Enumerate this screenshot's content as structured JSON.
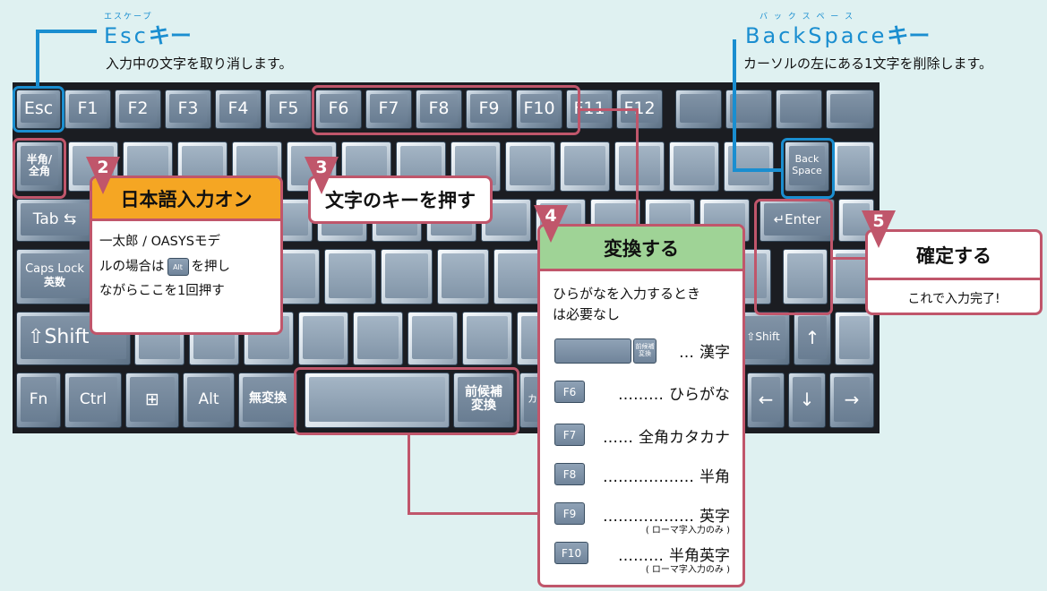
{
  "esc_callout": {
    "ruby": "エスケープ",
    "title_latin": "Esc",
    "title_jp": "キー",
    "description": "入力中の文字を取り消します。"
  },
  "backspace_callout": {
    "ruby": "バ ッ ク ス ペ ー ス",
    "title_latin": "BackSpace",
    "title_jp": "キー",
    "description": "カーソルの左にある1文字を削除します。"
  },
  "keyboard": {
    "esc": "Esc",
    "f_keys": [
      "F1",
      "F2",
      "F3",
      "F4",
      "F5",
      "F6",
      "F7",
      "F8",
      "F9",
      "F10",
      "F11",
      "F12"
    ],
    "hankaku_zenkaku": "半角/全角",
    "tab": "Tab",
    "caps": "Caps Lock",
    "caps_sub": "英数",
    "shift_left": "Shift",
    "shift_right": "Shift",
    "fn": "Fn",
    "ctrl": "Ctrl",
    "alt": "Alt",
    "muhenkan": "無変換",
    "zenkouho": "前候補変換",
    "kana_partial": "カひ",
    "backspace_key": "Back Space",
    "enter": "Enter"
  },
  "step2": {
    "number": "2",
    "title": "日本語入力オン",
    "body_line1": "一太郎 / OASYSモデ",
    "body_line2_prefix": "ルの場合は",
    "alt_key": "Alt",
    "body_line2_suffix": "を押し",
    "body_line3": "ながらここを1回押す"
  },
  "step3": {
    "number": "3",
    "title": "文字のキーを押す"
  },
  "step4": {
    "number": "4",
    "title": "変換する",
    "intro_line1": "ひらがなを入力するとき",
    "intro_line2": "は必要なし",
    "space_key_label": "前候補変換",
    "rows": [
      {
        "key": "",
        "dots": "…",
        "result": "漢字",
        "note": ""
      },
      {
        "key": "F6",
        "dots": "………",
        "result": "ひらがな",
        "note": ""
      },
      {
        "key": "F7",
        "dots": "……",
        "result": "全角カタカナ",
        "note": ""
      },
      {
        "key": "F8",
        "dots": "………………",
        "result": "半角",
        "note": ""
      },
      {
        "key": "F9",
        "dots": "………………",
        "result": "英字",
        "note": "( ローマ字入力のみ )"
      },
      {
        "key": "F10",
        "dots": "………",
        "result": "半角英字",
        "note": "( ローマ字入力のみ )"
      }
    ]
  },
  "step5": {
    "number": "5",
    "title": "確定する",
    "body": "これで入力完了!"
  },
  "colors": {
    "accent_blue": "#1a8ed0",
    "highlight_pink": "#c0566b",
    "step2_header": "#f5a623",
    "step4_header": "#9fd396",
    "background": "#dff1f1"
  }
}
